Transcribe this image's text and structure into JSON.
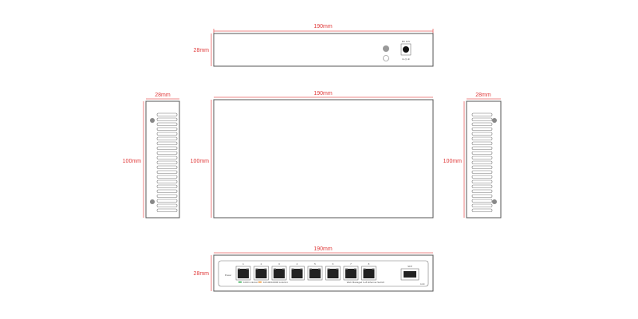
{
  "dimensions": {
    "width": "190mm",
    "height": "28mm",
    "depth": "100mm"
  },
  "rear_panel": {
    "power_label": "DC 12V"
  },
  "front_panel": {
    "port_numbers": [
      "1",
      "2",
      "3",
      "4",
      "5",
      "6",
      "7",
      "8"
    ],
    "power_label": "Power",
    "legend_green": "1000 Link/Act",
    "legend_orange": "10/100/1000M Link/Act",
    "model_text": "Web Managed 1+8 Ethernet Switch",
    "sfp_label": "SFP",
    "led_label": "Link"
  },
  "colors": {
    "dimension": "#e03a3a",
    "outline": "#555555",
    "led_green": "#2aa84a",
    "led_orange": "#f0902a"
  }
}
